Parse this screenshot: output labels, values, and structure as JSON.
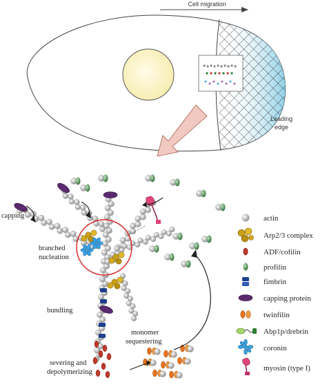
{
  "cell": {
    "migration_label": "Cell migration",
    "leading_edge_line1": "Leading",
    "leading_edge_line2": "edge"
  },
  "processes": {
    "capping": "capping",
    "branched_nucleation_line1": "branched",
    "branched_nucleation_line2": "nucleation",
    "bundling": "bundling",
    "monomer_sequestering_line1": "monomer",
    "monomer_sequestering_line2": "sequestering",
    "severing_line1": "severing and",
    "severing_line2": "depolymerizing"
  },
  "legend": [
    {
      "label": "actin",
      "icon": "actin-icon",
      "color": "#c8c8c8"
    },
    {
      "label": "Arp2/3 complex",
      "icon": "arp23-icon",
      "color": "#c9a21a"
    },
    {
      "label": "ADF/cofilin",
      "icon": "cofilin-icon",
      "color": "#c0392b"
    },
    {
      "label": "profilin",
      "icon": "profilin-icon",
      "color": "#2e7d32"
    },
    {
      "label": "fimbrin",
      "icon": "fimbrin-icon",
      "color": "#1f3f8c"
    },
    {
      "label": "capping protein",
      "icon": "capping-protein-icon",
      "color": "#5b2a6e"
    },
    {
      "label": "twinfilin",
      "icon": "twinfilin-icon",
      "color": "#e8731c"
    },
    {
      "label": "Abp1p/drebrin",
      "icon": "abp1p-icon",
      "color": "#a6d86a"
    },
    {
      "label": "coronin",
      "icon": "coronin-icon",
      "color": "#3aa0e0"
    },
    {
      "label": "myosin (type I)",
      "icon": "myosin-icon",
      "color": "#e0457b"
    }
  ],
  "colors": {
    "nucleus": "#fdf7c8",
    "leading_edge": "#6cc2e0",
    "highlight_circle": "#d62020",
    "arrow_fill": "#f2c9c0"
  }
}
